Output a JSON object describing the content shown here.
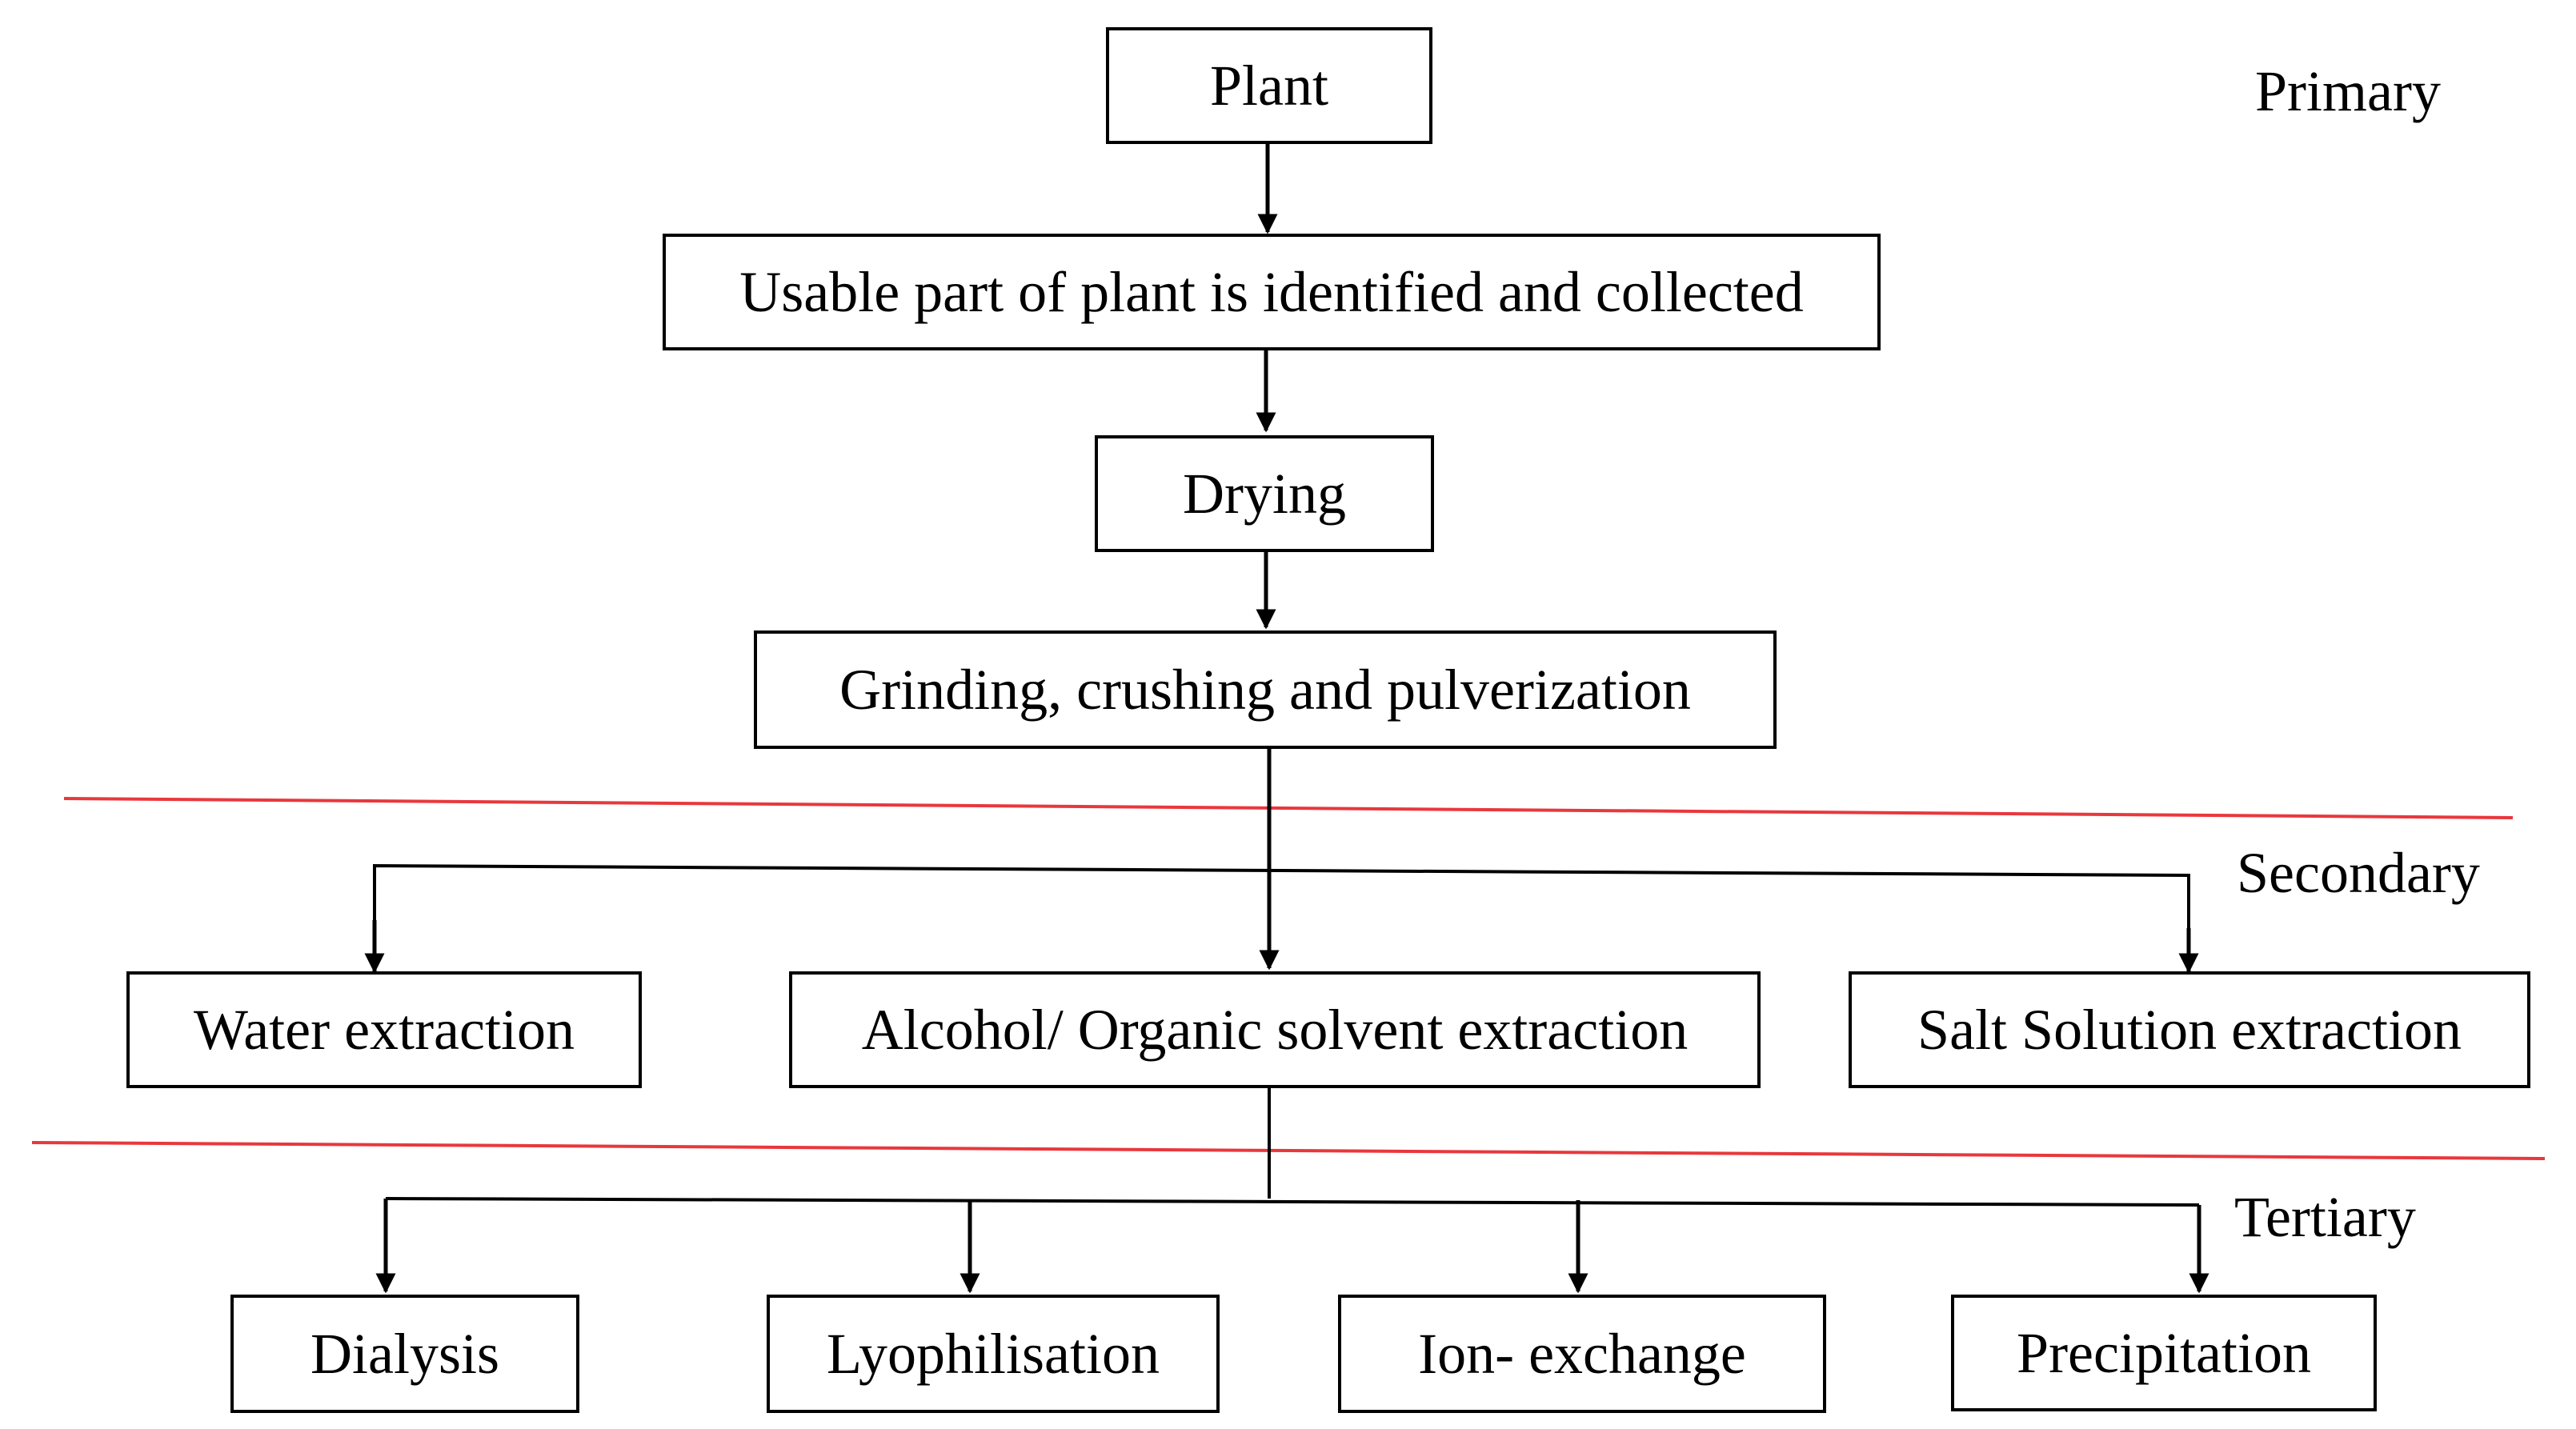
{
  "stages": {
    "primary": "Primary",
    "secondary": "Secondary",
    "tertiary": "Tertiary"
  },
  "steps": {
    "plant": "Plant",
    "usable_part": "Usable part of plant is identified and collected",
    "drying": "Drying",
    "grinding": "Grinding, crushing and pulverization"
  },
  "extractions": {
    "water": "Water extraction",
    "alcohol": "Alcohol/ Organic solvent extraction",
    "salt": "Salt Solution extraction"
  },
  "purifications": {
    "dialysis": "Dialysis",
    "lyophilisation": "Lyophilisation",
    "ion_exchange": "Ion- exchange",
    "precipitation": "Precipitation"
  },
  "colors": {
    "line": "#000000",
    "stage_divider": "#e8383d"
  }
}
